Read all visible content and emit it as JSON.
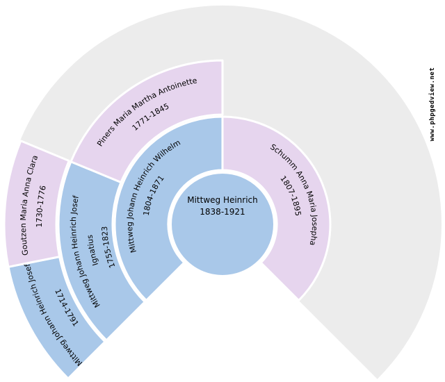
{
  "watermark": "www.phpgedview.net",
  "colors": {
    "male": "#a9c8e9",
    "female": "#e6d5ee",
    "empty": "#ececec",
    "background": "#ffffff",
    "text": "#000000"
  },
  "chart_data": {
    "type": "pie",
    "variant": "genealogy-fan-chart-sunburst",
    "fan_span_deg": 270,
    "rings": 3,
    "legend_position": "none",
    "center": {
      "name": "Mittweg Heinrich",
      "dates": "1838-1921",
      "sex": "male"
    },
    "generations": [
      {
        "generation": 2,
        "persons": [
          {
            "slot": "father",
            "name": "Mittweg Johann Heinrich Wilhelm",
            "dates": "1804-1871",
            "sex": "male",
            "angle_start_deg": 90,
            "angle_end_deg": 225
          },
          {
            "slot": "mother",
            "name": "Schumm Anna Maria Josepha",
            "dates": "1807-1895",
            "sex": "female",
            "angle_start_deg": -45,
            "angle_end_deg": 90
          }
        ]
      },
      {
        "generation": 3,
        "persons": [
          {
            "slot": "paternal-grandfather",
            "name": "Mittweg Johann Heinrich Josef",
            "name_line2": "Ignatius",
            "dates": "1755-1823",
            "sex": "male",
            "angle_start_deg": 157.5,
            "angle_end_deg": 225
          },
          {
            "slot": "paternal-grandmother",
            "name": "Piners Maria Martha Antoinette",
            "dates": "1771-1845",
            "sex": "female",
            "angle_start_deg": 90,
            "angle_end_deg": 157.5
          }
        ]
      },
      {
        "generation": 4,
        "persons": [
          {
            "slot": "paternal-great-grandfather",
            "name": "Mittweg Johann Heinrich Josef",
            "dates": "1714-1791",
            "sex": "male",
            "angle_start_deg": 191.25,
            "angle_end_deg": 225
          },
          {
            "slot": "paternal-great-grandmother",
            "name": "Goutzen Maria Anna Clara",
            "dates": "1730-1776",
            "sex": "female",
            "angle_start_deg": 157.5,
            "angle_end_deg": 191.25
          }
        ]
      }
    ],
    "notes": "Unfilled ancestor slots are drawn as one flat gray sector; bottom 90-degree notch is empty/white."
  }
}
